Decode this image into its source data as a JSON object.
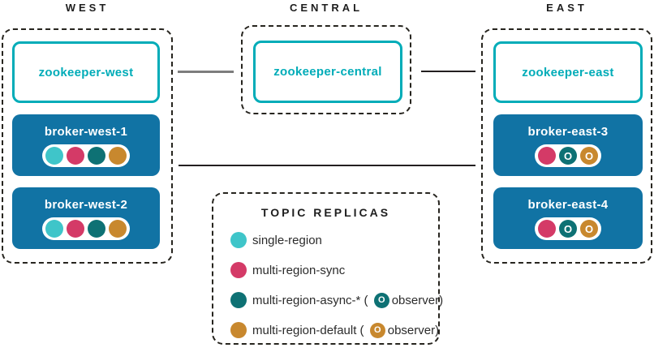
{
  "colors": {
    "teal": "#00acb8",
    "broker_blue": "#1173a4",
    "single_region": "#3fc5c9",
    "multi_region_sync": "#d43a67",
    "multi_region_async": "#0e7174",
    "multi_region_default": "#c8882e",
    "line_gray": "#7d7d7d",
    "line_black": "#231f20"
  },
  "regions": {
    "west": {
      "label": "WEST",
      "zookeeper": "zookeeper-west",
      "brokers": [
        {
          "name": "broker-west-1",
          "replicas": [
            "single_region",
            "multi_region_sync",
            "multi_region_async",
            "multi_region_default"
          ]
        },
        {
          "name": "broker-west-2",
          "replicas": [
            "single_region",
            "multi_region_sync",
            "multi_region_async",
            "multi_region_default"
          ]
        }
      ]
    },
    "central": {
      "label": "CENTRAL",
      "zookeeper": "zookeeper-central",
      "brokers": []
    },
    "east": {
      "label": "EAST",
      "zookeeper": "zookeeper-east",
      "brokers": [
        {
          "name": "broker-east-3",
          "replicas": [
            "multi_region_sync",
            "multi_region_async_observer",
            "multi_region_default_observer"
          ]
        },
        {
          "name": "broker-east-4",
          "replicas": [
            "multi_region_sync",
            "multi_region_async_observer",
            "multi_region_default_observer"
          ]
        }
      ]
    }
  },
  "legend": {
    "title": "TOPIC REPLICAS",
    "observer_glyph": "O",
    "items": [
      {
        "dot": "single_region",
        "text": "single-region"
      },
      {
        "dot": "multi_region_sync",
        "text": "multi-region-sync"
      },
      {
        "dot": "multi_region_async",
        "text_pre": "multi-region-async-* ( ",
        "chip": "multi_region_async",
        "text_post": "observer)"
      },
      {
        "dot": "multi_region_default",
        "text_pre": "multi-region-default ( ",
        "chip": "multi_region_default",
        "text_post": "observer)"
      }
    ]
  }
}
